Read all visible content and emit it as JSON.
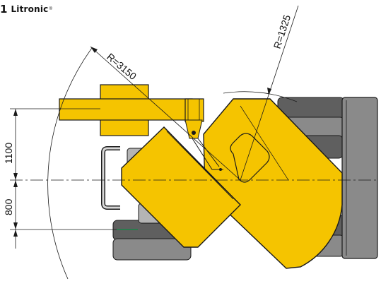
{
  "brand": {
    "mark": "1",
    "name": "Litronic",
    "registered": "®"
  },
  "dimensions": {
    "radius_outer": "R=3150",
    "radius_inner": "R=1325",
    "height_upper": "1100",
    "height_lower": "800"
  },
  "colors": {
    "body_yellow": "#f5c400",
    "outline": "#1a1a1a",
    "track_dark": "#5f5f5f",
    "track_mid": "#8a8a8a",
    "track_light": "#b4b4b4",
    "blade_green": "#2c7a4e",
    "background": "#ffffff"
  }
}
